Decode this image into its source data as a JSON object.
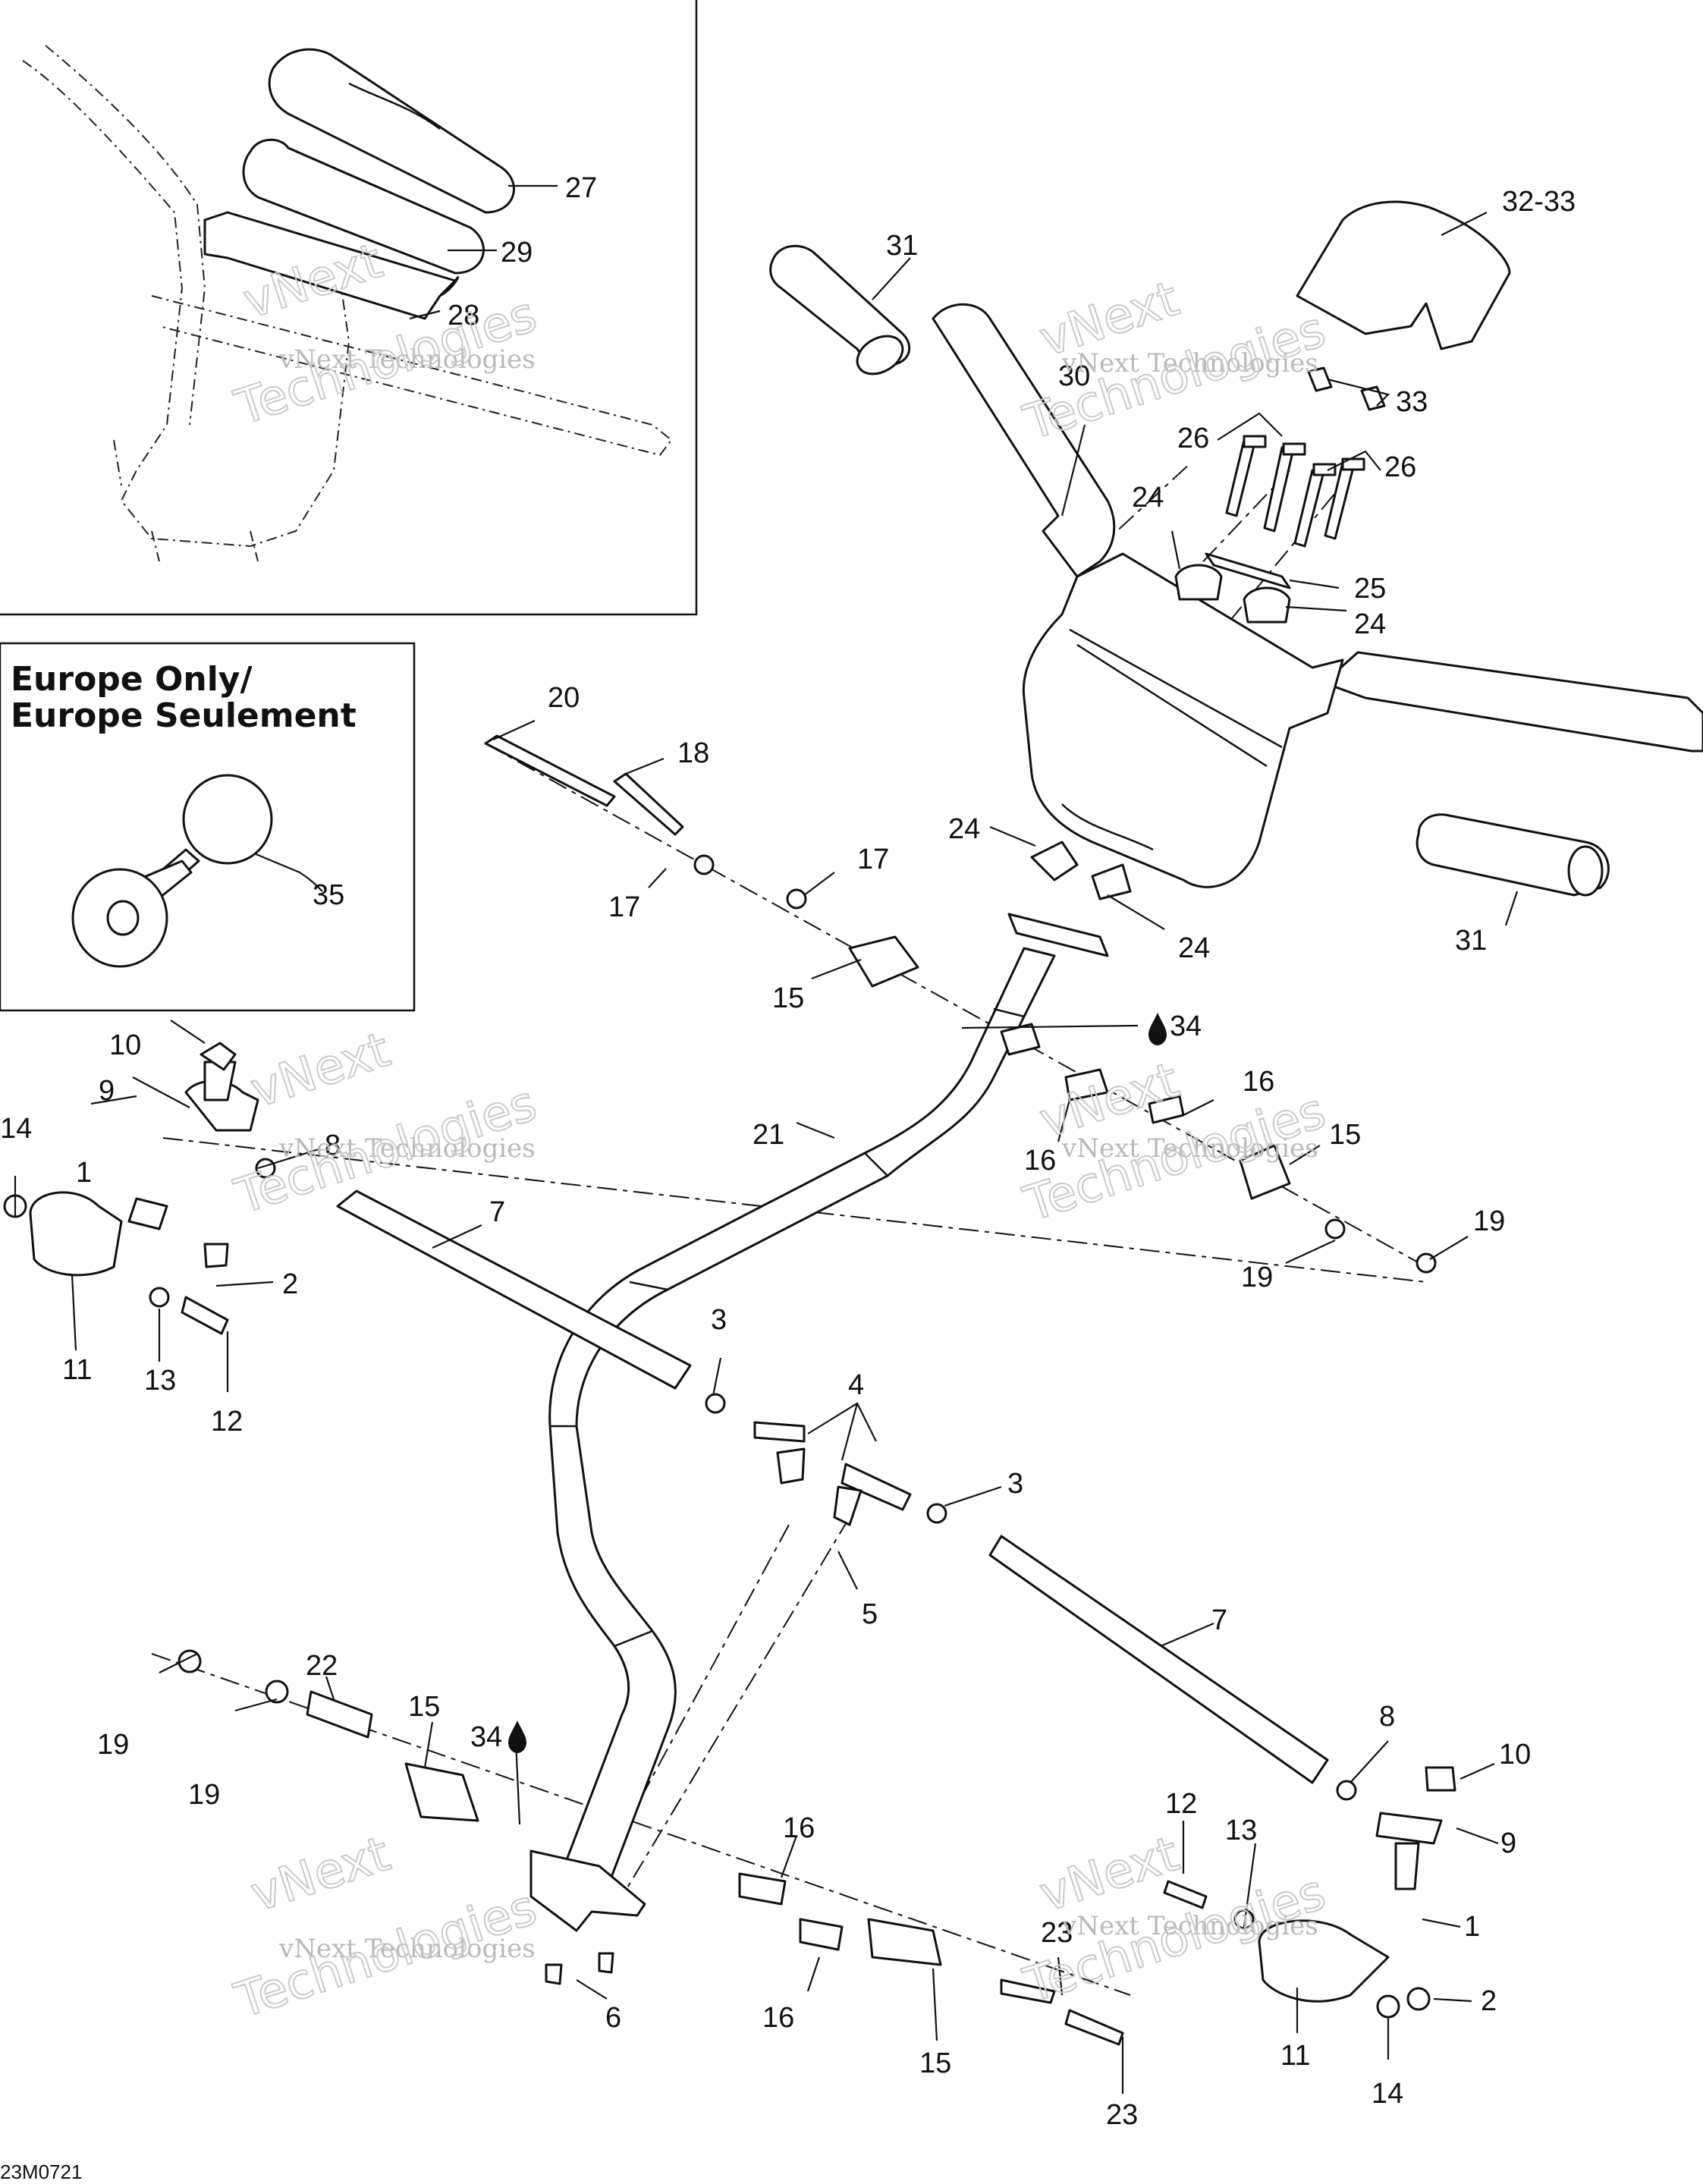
{
  "inset": {
    "europe_title_line1": "Europe Only/",
    "europe_title_line2": "Europe Seulement"
  },
  "watermark": {
    "line1": "vNext Technologies",
    "line2": "vNext",
    "line3": "Technologies"
  },
  "drawing_code": "23M0721",
  "callouts": [
    "1",
    "2",
    "3",
    "4",
    "5",
    "6",
    "7",
    "8",
    "9",
    "10",
    "11",
    "12",
    "13",
    "14",
    "15",
    "16",
    "17",
    "18",
    "19",
    "20",
    "21",
    "22",
    "23",
    "24",
    "25",
    "26",
    "27",
    "28",
    "29",
    "30",
    "31",
    "32-33",
    "33",
    "34",
    "35"
  ],
  "labels": {
    "l1a": "1",
    "l1b": "1",
    "l2a": "2",
    "l2b": "2",
    "l3a": "3",
    "l3b": "3",
    "l4": "4",
    "l5": "5",
    "l6": "6",
    "l7a": "7",
    "l7b": "7",
    "l8a": "8",
    "l8b": "8",
    "l9a": "9",
    "l9b": "9",
    "l10a": "10",
    "l10b": "10",
    "l11a": "11",
    "l11b": "11",
    "l12a": "12",
    "l12b": "12",
    "l13a": "13",
    "l13b": "13",
    "l14a": "14",
    "l14b": "14",
    "l15a": "15",
    "l15b": "15",
    "l15c": "15",
    "l15d": "15",
    "l16a": "16",
    "l16b": "16",
    "l16c": "16",
    "l16d": "16",
    "l17a": "17",
    "l17b": "17",
    "l18": "18",
    "l19a": "19",
    "l19b": "19",
    "l19c": "19",
    "l19d": "19",
    "l20": "20",
    "l21": "21",
    "l22": "22",
    "l23a": "23",
    "l23b": "23",
    "l24a": "24",
    "l24b": "24",
    "l24c": "24",
    "l24d": "24",
    "l25": "25",
    "l26a": "26",
    "l26b": "26",
    "l27": "27",
    "l28": "28",
    "l29": "29",
    "l30": "30",
    "l31a": "31",
    "l31b": "31",
    "l3233": "32-33",
    "l33": "33",
    "l34a": "34",
    "l34b": "34",
    "l35": "35"
  }
}
